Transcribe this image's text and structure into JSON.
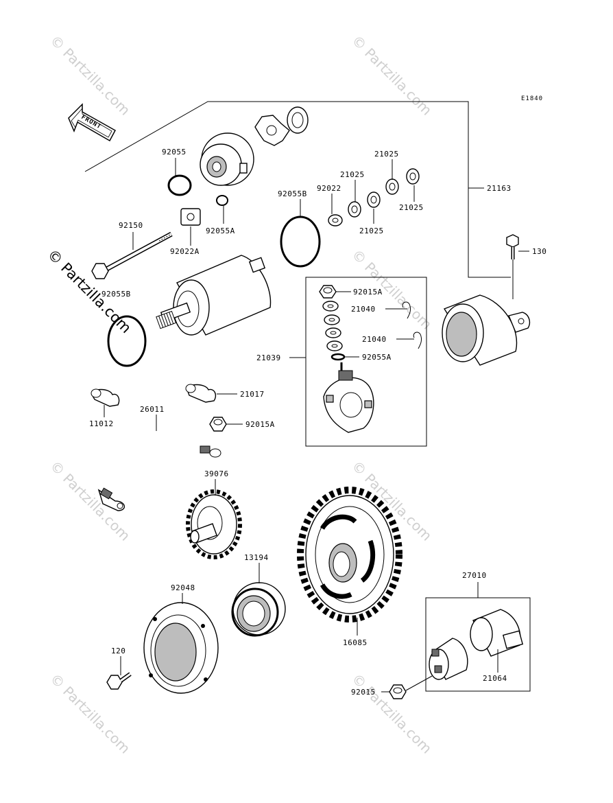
{
  "diagram_code": "E1840",
  "front_label": "FRONT",
  "watermark": "© Partzilla.com",
  "parts": {
    "p92055": "92055",
    "p92055A": "92055A",
    "p92022A": "92022A",
    "p92150": "92150",
    "p92055B_top": "92055B",
    "p92055B_left": "92055B",
    "p92022": "92022",
    "p21025_a": "21025",
    "p21025_b": "21025",
    "p21025_c": "21025",
    "p21025_d": "21025",
    "p21163": "21163",
    "p130": "130",
    "p92015A_top": "92015A",
    "p21040_a": "21040",
    "p21040_b": "21040",
    "p21039": "21039",
    "p92055A_b": "92055A",
    "p21017": "21017",
    "p11012": "11012",
    "p26011": "26011",
    "p92015A_b": "92015A",
    "p39076": "39076",
    "p13194": "13194",
    "p92048": "92048",
    "p120": "120",
    "p16085": "16085",
    "p27010": "27010",
    "p21064": "21064",
    "p92015": "92015"
  }
}
